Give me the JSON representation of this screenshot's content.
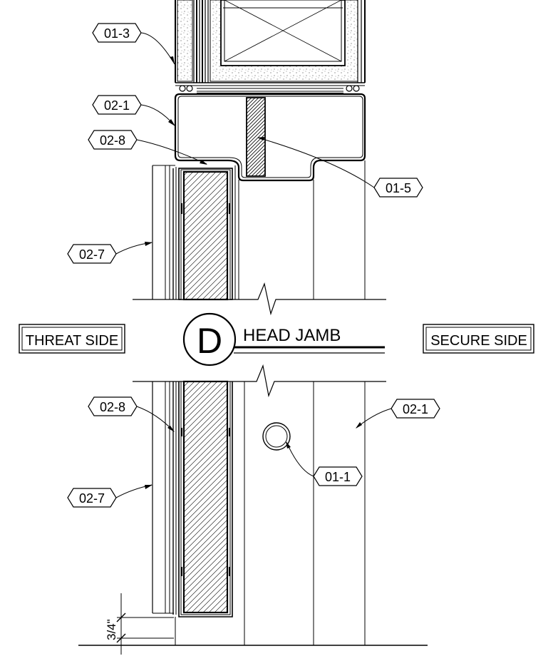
{
  "title": {
    "marker": "D",
    "text": "HEAD JAMB"
  },
  "side_labels": {
    "threat": "THREAT SIDE",
    "secure": "SECURE SIDE"
  },
  "callouts": [
    {
      "id": "c-01-3-top",
      "text": "01-3"
    },
    {
      "id": "c-02-1-top",
      "text": "02-1"
    },
    {
      "id": "c-02-8-top",
      "text": "02-8"
    },
    {
      "id": "c-01-5",
      "text": "01-5"
    },
    {
      "id": "c-02-7-top",
      "text": "02-7"
    },
    {
      "id": "c-02-8-bot",
      "text": "02-8"
    },
    {
      "id": "c-02-1-bot",
      "text": "02-1"
    },
    {
      "id": "c-01-1",
      "text": "01-1"
    },
    {
      "id": "c-02-7-bot",
      "text": "02-7"
    }
  ],
  "dimension": {
    "value": "3/4\""
  }
}
